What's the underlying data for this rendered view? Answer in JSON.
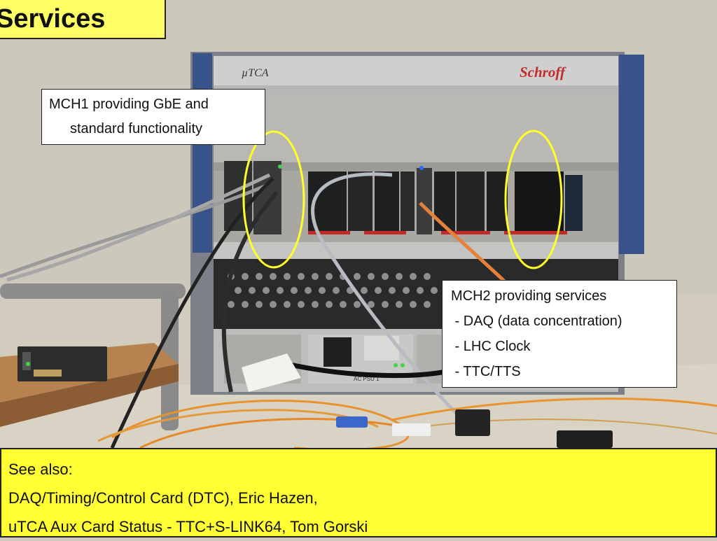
{
  "slide": {
    "title": "Services"
  },
  "callouts": {
    "mch1": {
      "line1": "MCH1 providing GbE and",
      "line2": "standard functionality"
    },
    "mch2": {
      "line1": "MCH2 providing services",
      "line2": " - DAQ (data concentration)",
      "line3": " - LHC Clock",
      "line4": " - TTC/TTS"
    }
  },
  "photo": {
    "crate_brand_left": "µTCA",
    "crate_brand_right": "Schroff",
    "psu_label": "AC PSU 1"
  },
  "see_also": {
    "line1": "See also:",
    "line2": "DAQ/Timing/Control Card (DTC), Eric Hazen,",
    "line3": "uTCA Aux Card Status - TTC+S-LINK64, Tom Gorski"
  }
}
